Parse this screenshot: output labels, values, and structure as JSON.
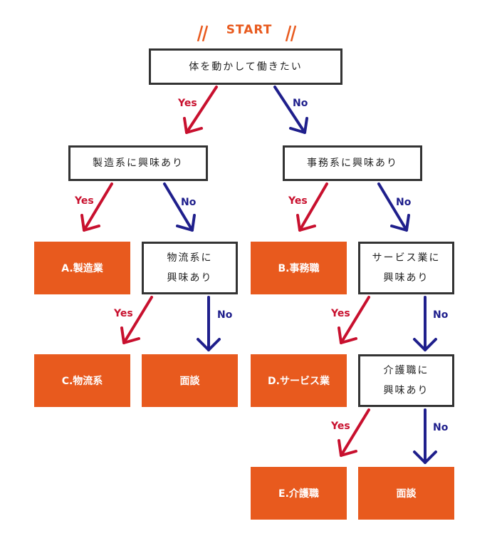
{
  "start": "START",
  "questions": {
    "q1": [
      "体を動かして働きたい"
    ],
    "q2": [
      "製造系に興味あり"
    ],
    "q3": [
      "事務系に興味あり"
    ],
    "q4": [
      "物流系に",
      "興味あり"
    ],
    "q5": [
      "サービス業に",
      "興味あり"
    ],
    "q6": [
      "介護職に",
      "興味あり"
    ]
  },
  "results": {
    "r1": "A.製造業",
    "r2": "B.事務職",
    "r3": "C.物流系",
    "r4": "面談",
    "r5": "D.サービス業",
    "r6": "E.介護職",
    "r7": "面談"
  },
  "labels": {
    "yes": "Yes",
    "no": "No"
  },
  "colors": {
    "accent": "#e85a1e",
    "yes_arrow": "#c8102e",
    "no_arrow": "#1f1f8c",
    "box_border": "#333333"
  }
}
